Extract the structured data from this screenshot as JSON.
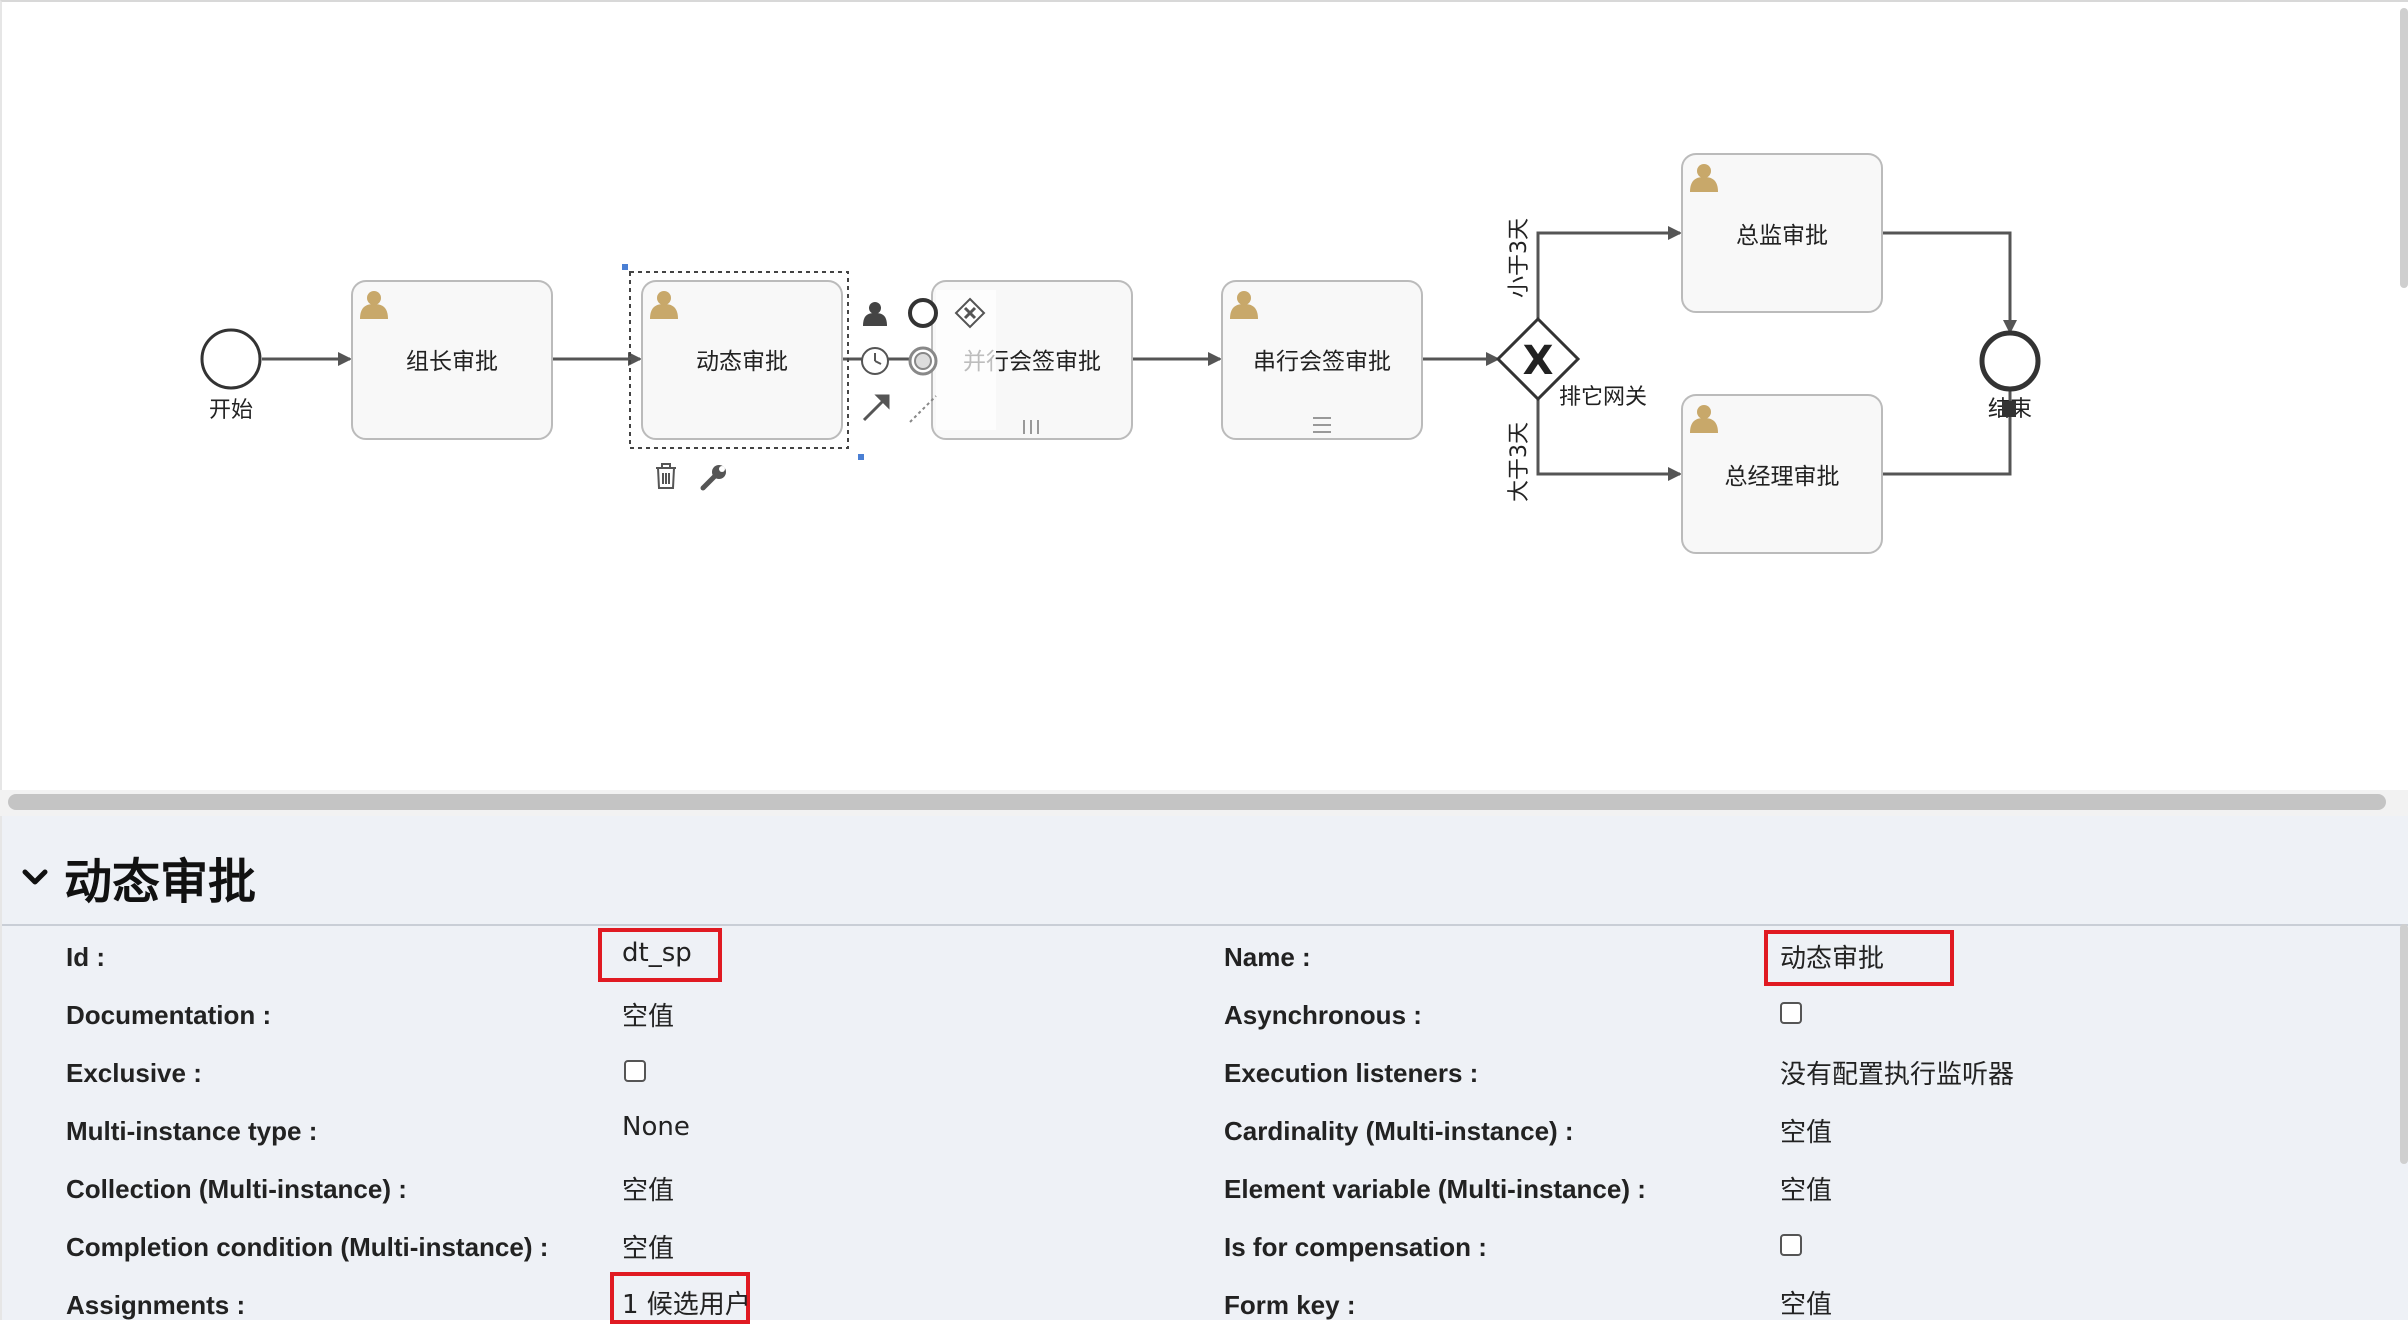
{
  "diagram": {
    "start_label": "开始",
    "end_label": "结束",
    "gateway_label": "排它网关",
    "gateway_marker": "X",
    "branch_less": "小于3天",
    "branch_more": "大于3天",
    "tasks": {
      "leader": "组长审批",
      "dynamic": "动态审批",
      "parallel": "并行会签审批",
      "serial": "串行会签审批",
      "director": "总监审批",
      "manager": "总经理审批"
    },
    "icons": {
      "task_icon": "user-icon",
      "delete_icon": "trash-icon",
      "config_icon": "wrench-icon",
      "parallel_marker": "parallel-multi-instance-icon",
      "serial_marker": "sequential-multi-instance-icon"
    },
    "colors": {
      "task_fill": "#f8f8f8",
      "task_border": "#bbbbbb",
      "line": "#555555",
      "user_icon": "#c8a86a"
    }
  },
  "properties": {
    "title": "动态审批",
    "left": [
      {
        "label": "Id :",
        "value": "dt_sp",
        "highlight": true
      },
      {
        "label": "Documentation :",
        "value": "空值"
      },
      {
        "label": "Exclusive :",
        "checkbox": true
      },
      {
        "label": "Multi-instance type :",
        "value": "None"
      },
      {
        "label": "Collection (Multi-instance) :",
        "value": "空值"
      },
      {
        "label": "Completion condition (Multi-instance) :",
        "value": "空值"
      },
      {
        "label": "Assignments :",
        "value": "1 候选用户",
        "highlight": true
      }
    ],
    "right": [
      {
        "label": "Name :",
        "value": "动态审批",
        "highlight": true
      },
      {
        "label": "Asynchronous :",
        "checkbox": true
      },
      {
        "label": "Execution listeners :",
        "value": "没有配置执行监听器"
      },
      {
        "label": "Cardinality (Multi-instance) :",
        "value": "空值"
      },
      {
        "label": "Element variable (Multi-instance) :",
        "value": "空值"
      },
      {
        "label": "Is for compensation :",
        "checkbox": true
      },
      {
        "label": "Form key :",
        "value": "空值"
      }
    ],
    "highlight_color": "#e01a22",
    "background_color": "#eef1f6"
  }
}
